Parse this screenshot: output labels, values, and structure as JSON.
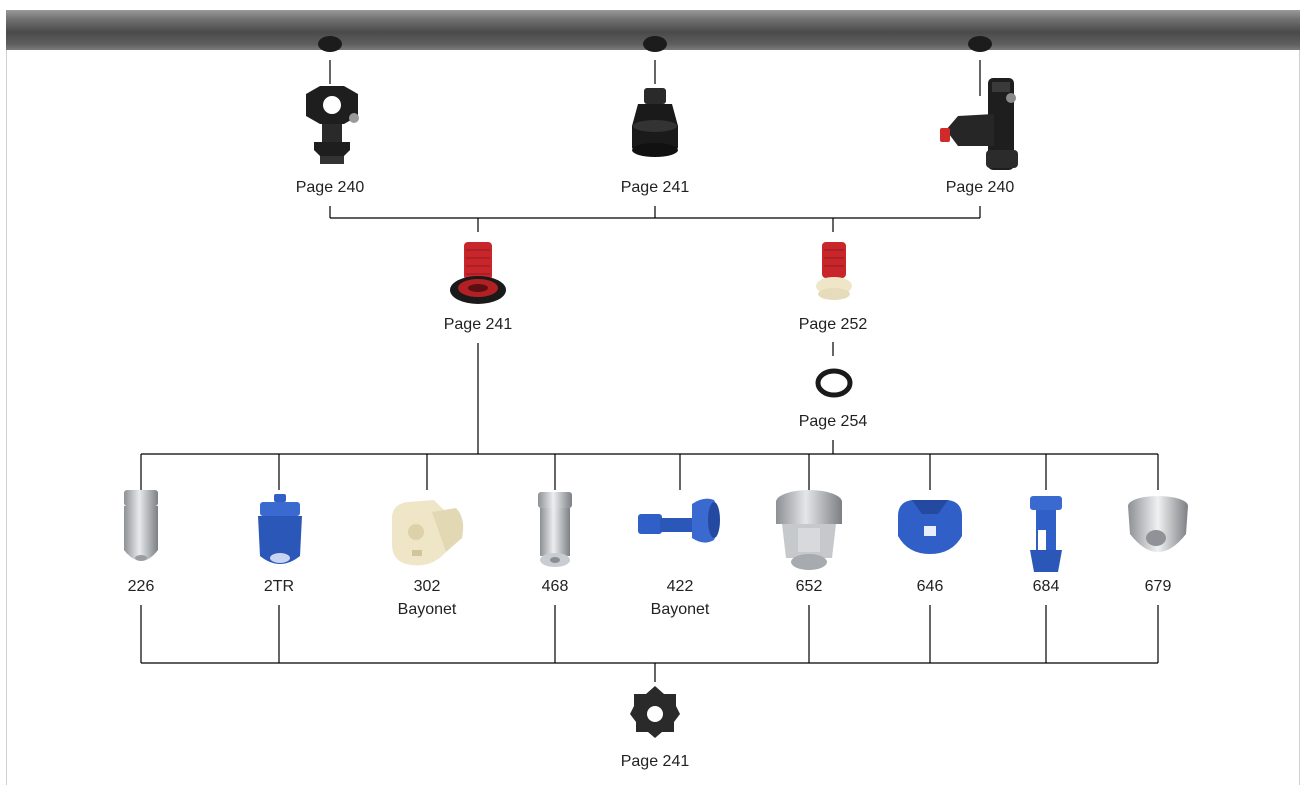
{
  "top_row": {
    "clamp_left_label": "Page 240",
    "cap_center_label": "Page 241",
    "tee_right_label": "Page 240"
  },
  "mid_row": {
    "strainer_left_label": "Page 241",
    "strainer_right_label": "Page 252",
    "gasket_label": "Page 254"
  },
  "nozzles": [
    {
      "code": "226",
      "sub": ""
    },
    {
      "code": "2TR",
      "sub": ""
    },
    {
      "code": "302",
      "sub": "Bayonet"
    },
    {
      "code": "468",
      "sub": ""
    },
    {
      "code": "422",
      "sub": "Bayonet"
    },
    {
      "code": "652",
      "sub": ""
    },
    {
      "code": "646",
      "sub": ""
    },
    {
      "code": "684",
      "sub": ""
    },
    {
      "code": "679",
      "sub": ""
    }
  ],
  "bottom": {
    "nut_label": "Page 241"
  },
  "colors": {
    "boom": "#4a4a4a",
    "line": "#000000",
    "strainer_red": "#c8262a",
    "nozzle_blue": "#2f5fc7",
    "steel": "#b9bcc0",
    "cream": "#efe6c8",
    "black_part": "#1e1e1e"
  },
  "icons": [
    "clamp-body-icon",
    "nozzle-cap-icon",
    "tee-body-icon",
    "strainer-icon",
    "gasket-icon",
    "nozzle-icon",
    "cap-nut-icon"
  ]
}
